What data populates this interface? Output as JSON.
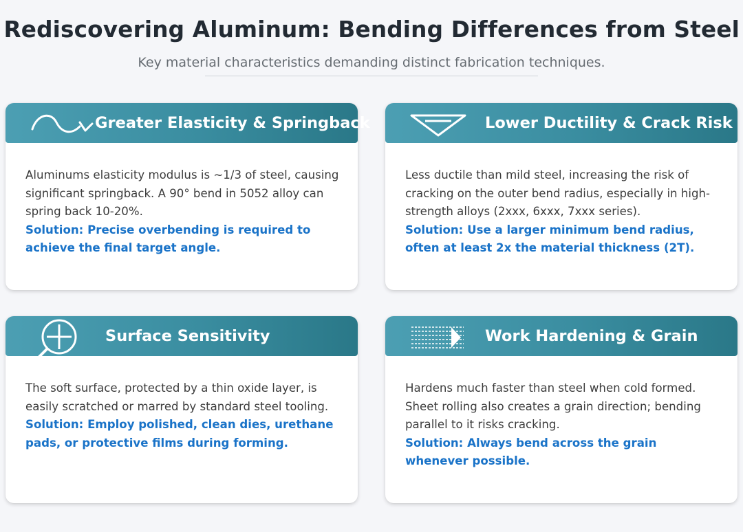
{
  "page": {
    "title": "Rediscovering Aluminum: Bending Differences from Steel",
    "subtitle": "Key material characteristics demanding distinct fabrication techniques."
  },
  "colors": {
    "header_gradient_start": "#4c9fb3",
    "header_gradient_end": "#2a7888",
    "solution_text": "#1a73c8",
    "background": "#f5f6f9"
  },
  "cards": [
    {
      "icon": "springback-wave-icon",
      "title": "Greater Elasticity & Springback",
      "body": "Aluminums elasticity modulus is ~1/3 of steel, causing significant springback. A 90° bend in 5052 alloy can spring back 10-20%.",
      "solution": "Solution: Precise overbending is required to achieve the final target angle."
    },
    {
      "icon": "v-bend-die-icon",
      "title": "Lower Ductility & Crack Risk",
      "body": "Less ductile than mild steel, increasing the risk of cracking on the outer bend radius, especially in high-strength alloys (2xxx, 6xxx, 7xxx series).",
      "solution": "Solution: Use a larger minimum bend radius, often at least 2x the material thickness (2T)."
    },
    {
      "icon": "magnifier-icon",
      "title": "Surface Sensitivity",
      "body": "The soft surface, protected by a thin oxide layer, is easily scratched or marred by standard steel tooling.",
      "solution": "Solution: Employ polished, clean dies, urethane pads, or protective films during forming."
    },
    {
      "icon": "grain-direction-icon",
      "title": "Work Hardening & Grain",
      "body": "Hardens much faster than steel when cold formed. Sheet rolling also creates a grain direction; bending parallel to it risks cracking.",
      "solution": "Solution: Always bend across the grain whenever possible."
    }
  ]
}
